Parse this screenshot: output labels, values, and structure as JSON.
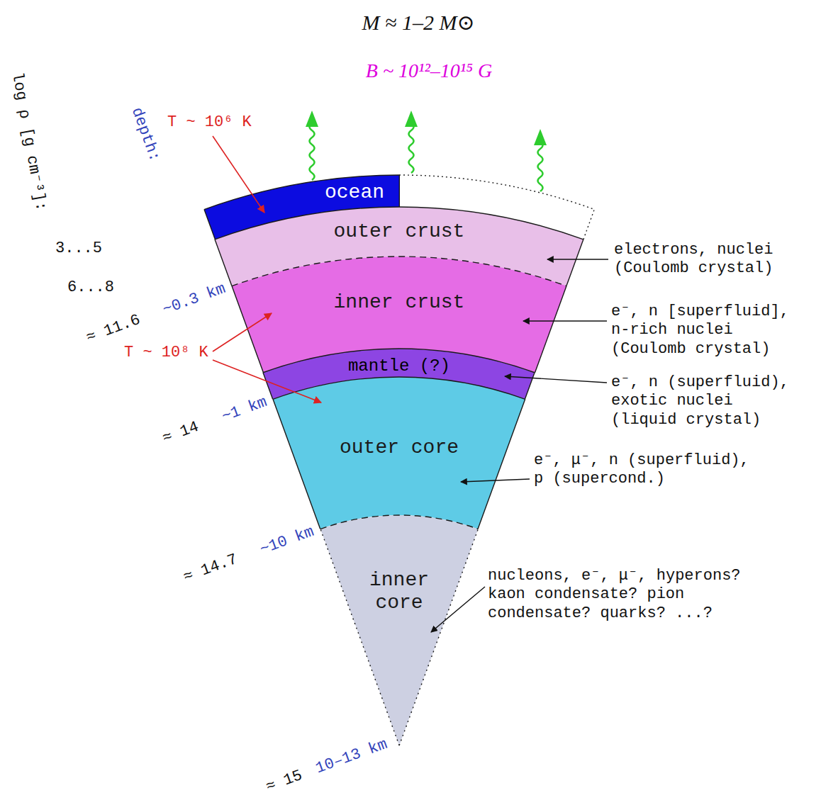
{
  "diagram": {
    "title": "M ≈ 1–2 M⊙",
    "nodes": [
      {
        "text": [
          "ocean"
        ]
      },
      {
        "text": [
          "outer crust"
        ]
      },
      {
        "text": [
          "inner crust"
        ]
      },
      {
        "text": [
          "mantle (?)"
        ]
      },
      {
        "text": [
          "outer core"
        ]
      },
      {
        "text": [
          "inner core"
        ]
      }
    ],
    "labels": [
      "B ~ 10¹²–10¹⁵ G",
      "log ρ [g cm⁻³]:",
      "depth:",
      "T ~ 10⁶ K",
      "3...5",
      "6...8",
      "≈ 11.6",
      "~0.3 km",
      "T ~ 10⁸ K",
      "≈ 14",
      "~1 km",
      "≈ 14.7",
      "~10 km",
      "≈ 15",
      "10–13 km",
      "electrons, nuclei (Coulomb crystal)",
      "e⁻, n [superfluid], n-rich nuclei (Coulomb crystal)",
      "e⁻, n (superfluid), exotic nuclei (liquid crystal)",
      "e⁻, μ⁻, n (superfluid), p (supercond.)",
      "nucleons, e⁻, μ⁻, hyperons? kaon condensate? pion condensate? quarks? ...?"
    ]
  }
}
